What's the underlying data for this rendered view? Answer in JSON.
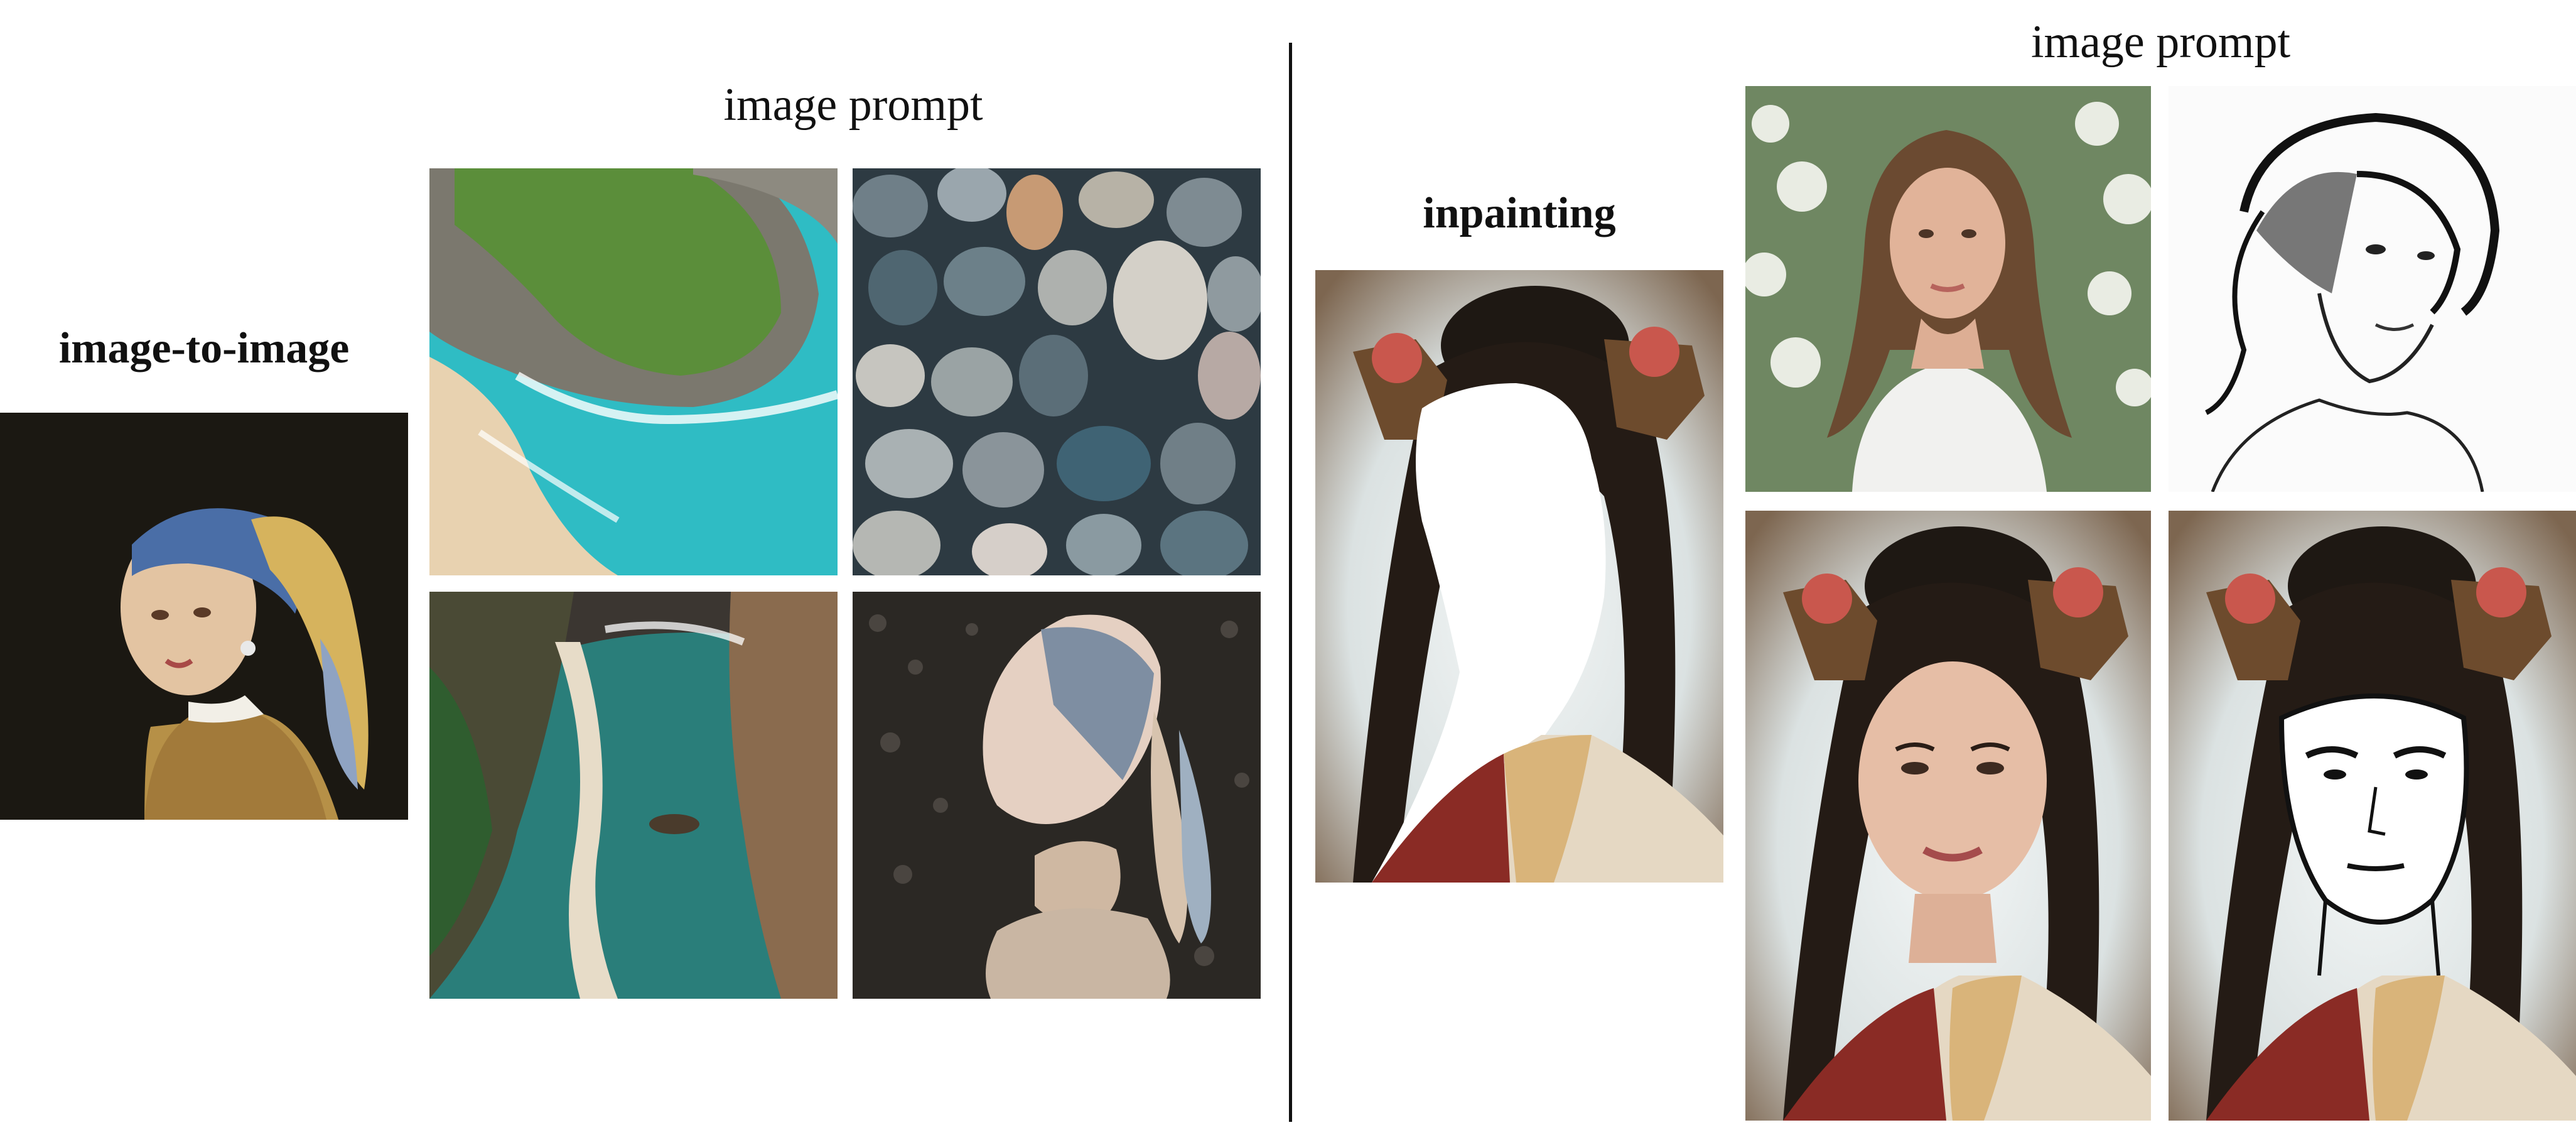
{
  "sections": {
    "image_to_image": {
      "label": "image-to-image"
    },
    "image_prompt_left": {
      "label": "image prompt"
    },
    "inpainting": {
      "label": "inpainting"
    },
    "image_prompt_right": {
      "label": "image prompt"
    }
  },
  "colors": {
    "divider": "#111111",
    "background": "#ffffff"
  }
}
